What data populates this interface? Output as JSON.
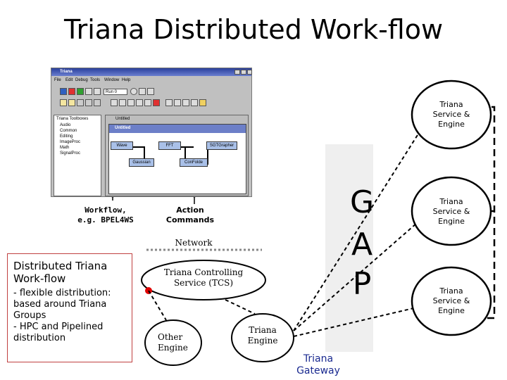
{
  "title": "Triana Distributed Work-flow",
  "screenshot": {
    "window_title": "Triana",
    "menu": [
      "File",
      "Edit",
      "Debug",
      "Tools",
      "Window",
      "Help"
    ],
    "run_field": "Run 0",
    "toolbox_title": "Triana Toolboxes",
    "toolbox_items": [
      "Audio",
      "Common",
      "Editing",
      "ImageProc",
      "Math",
      "SignalProc"
    ],
    "tab_label": "Untitled",
    "inner_window_title": "Untitled",
    "units": [
      "Wave",
      "FFT",
      "SGTGrapher",
      "Gaussian",
      "ConFolde"
    ]
  },
  "labels": {
    "workflow": "Workflow,\ne.g. BPEL4WS",
    "action": "Action\nCommands",
    "network": "Network",
    "tcs": "Triana Controlling\nService (TCS)",
    "other_engine": "Other\nEngine",
    "triana_engine": "Triana\nEngine",
    "gateway": "Triana\nGateway",
    "gap": [
      "G",
      "A",
      "P"
    ]
  },
  "services": [
    "Triana\nService &\nEngine",
    "Triana\nService &\nEngine",
    "Triana\nService &\nEngine"
  ],
  "distributed": {
    "title": "Distributed Triana Work-flow",
    "body": "- flexible distribution: based around Triana Groups\n- HPC and Pipelined distribution"
  }
}
